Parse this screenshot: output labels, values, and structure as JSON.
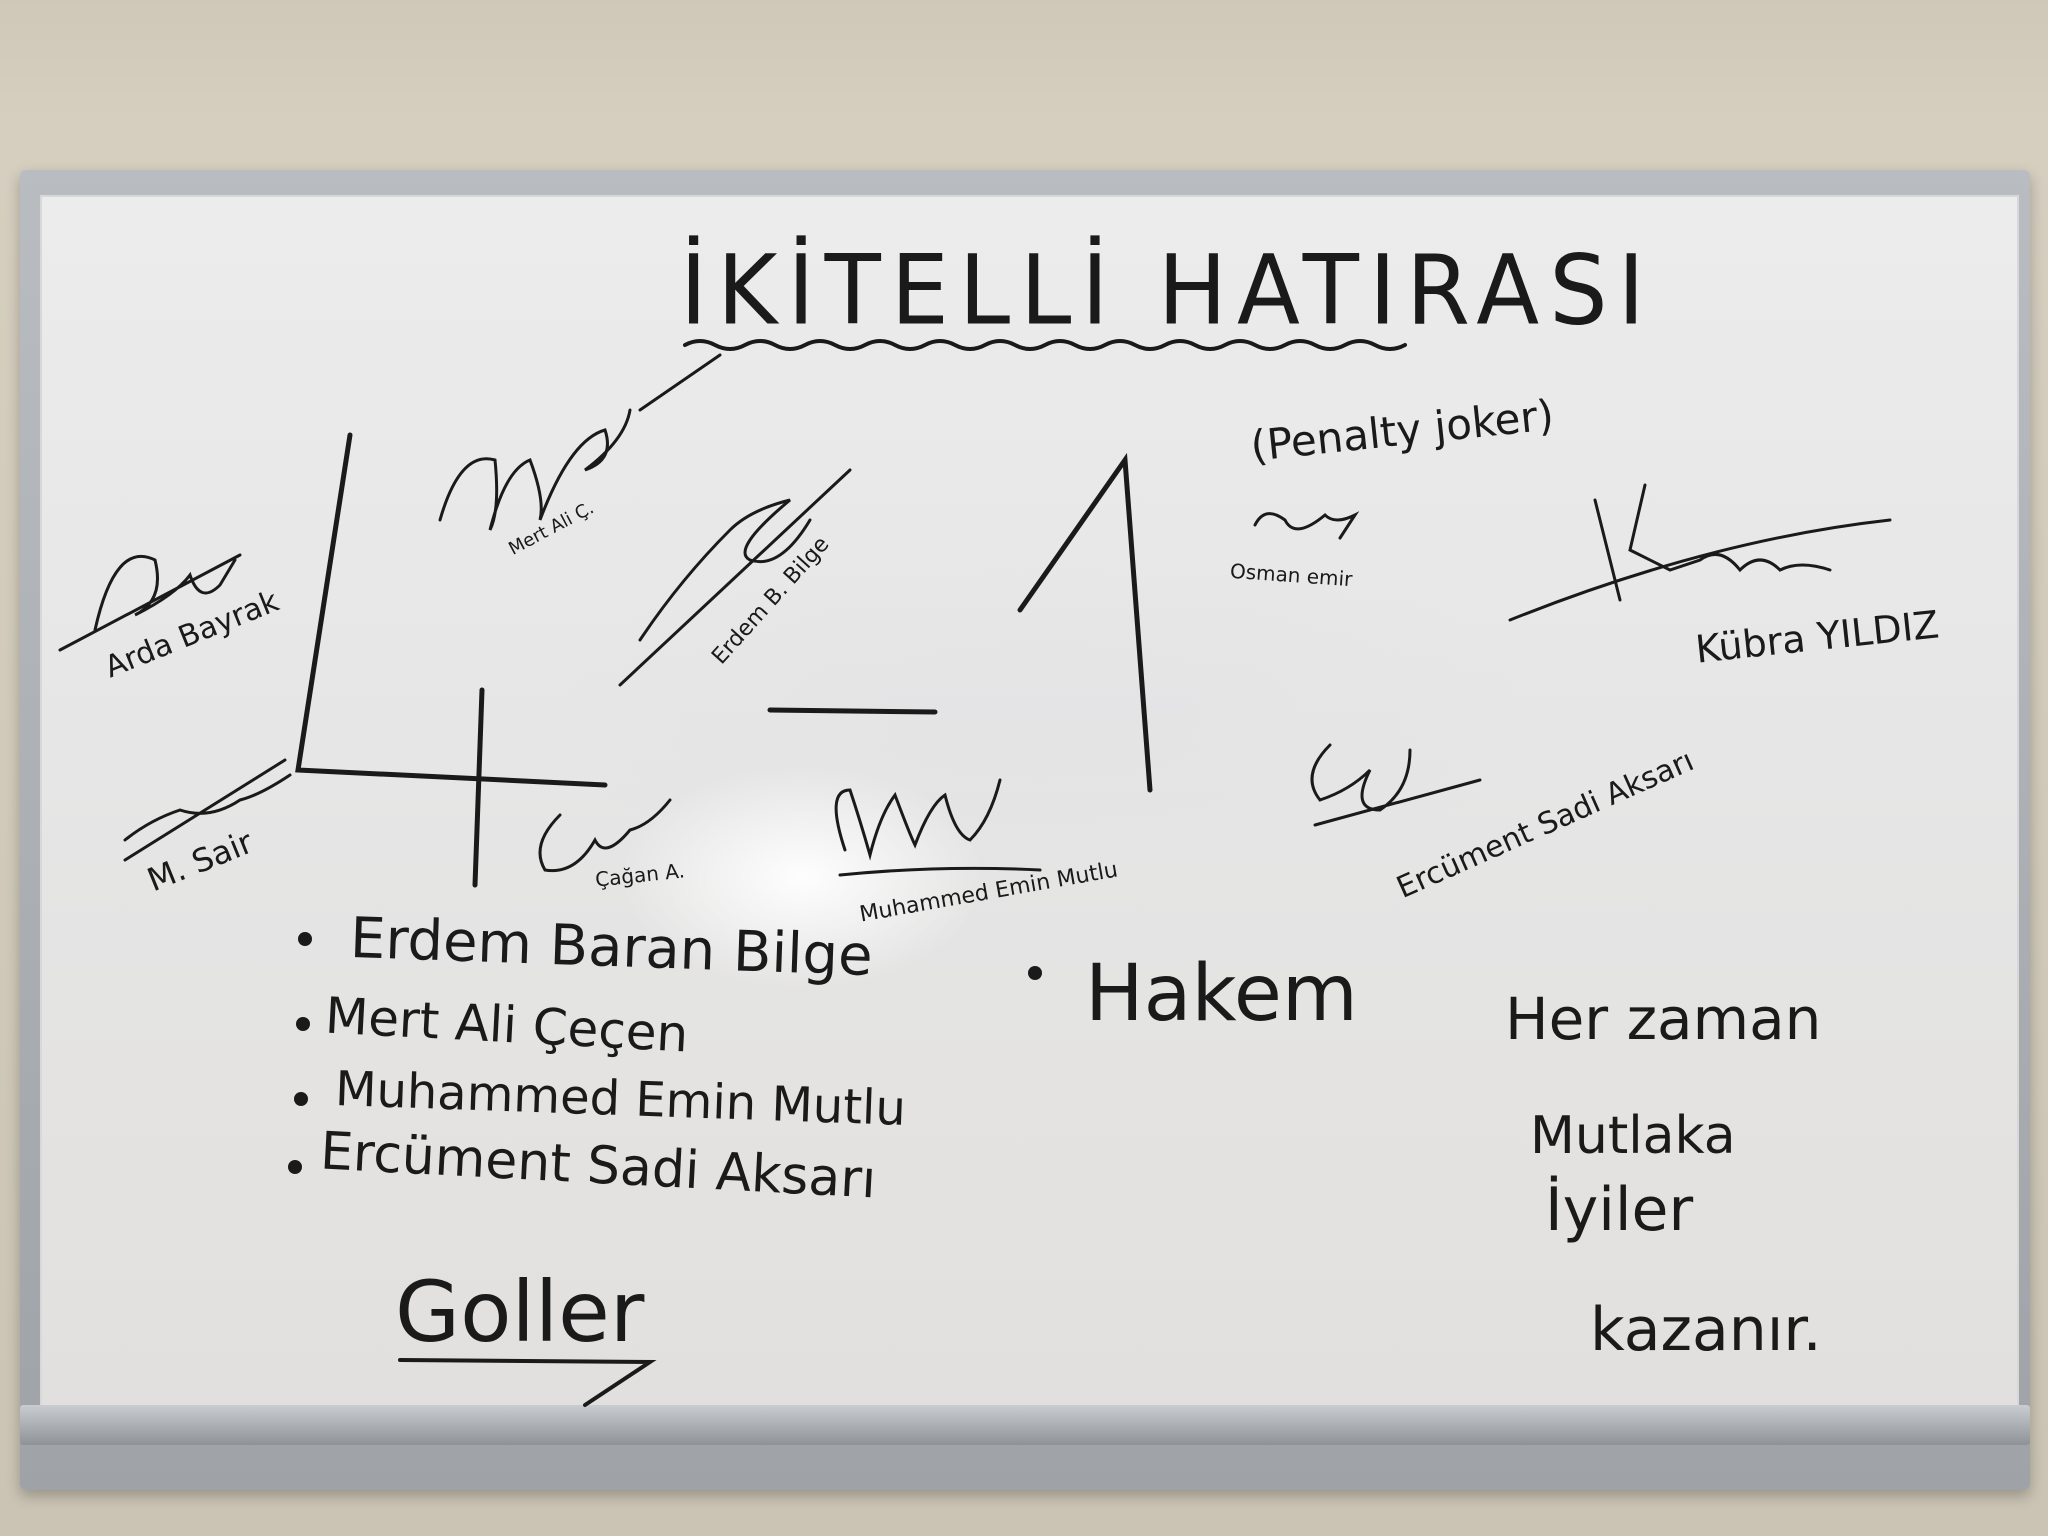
{
  "board": {
    "title": "İKİTELLİ HATIRASI",
    "score": {
      "home": "4",
      "separator": "-",
      "away": "1"
    },
    "signatures": [
      {
        "name": "Arda Bayrak"
      },
      {
        "name": "Mert Ali Ç."
      },
      {
        "name": "Erdem B. Bilge"
      },
      {
        "name": "M. Sair"
      },
      {
        "name": "Çağan A."
      },
      {
        "name": "Muhammed Emin Mutlu"
      },
      {
        "name": "Osman emir"
      },
      {
        "name": "Kübra YILDIZ"
      },
      {
        "name": "Ercüment Sadi Aksarı"
      }
    ],
    "note": "(Penalty joker)",
    "goals_heading": "Goller",
    "goals": [
      "Erdem Baran Bilge",
      "Mert Ali Çeçen",
      "Muhammed Emin Mutlu",
      "Ercüment Sadi Aksarı"
    ],
    "referee": "Hakem",
    "motto": [
      "Her zaman",
      "Mutlaka",
      "İyiler",
      "kazanır."
    ]
  },
  "colors": {
    "ink": "#1a1a1a",
    "board": "#e8e8e8",
    "frame": "#a9adb2",
    "wall": "#cfc8b8"
  }
}
